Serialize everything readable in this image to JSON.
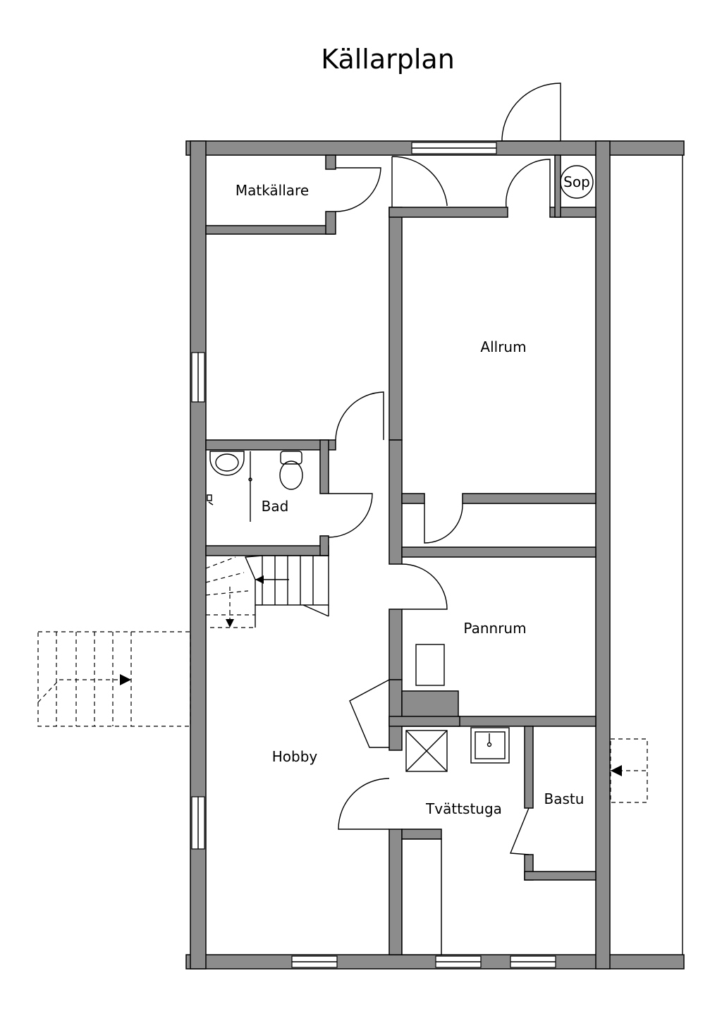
{
  "plan": {
    "title": "Källarplan",
    "rooms": {
      "matkallare": "Matkällare",
      "sop": "Sop",
      "allrum": "Allrum",
      "bad": "Bad",
      "pannrum": "Pannrum",
      "hobby": "Hobby",
      "tvattstuga": "Tvättstuga",
      "bastu": "Bastu"
    }
  }
}
